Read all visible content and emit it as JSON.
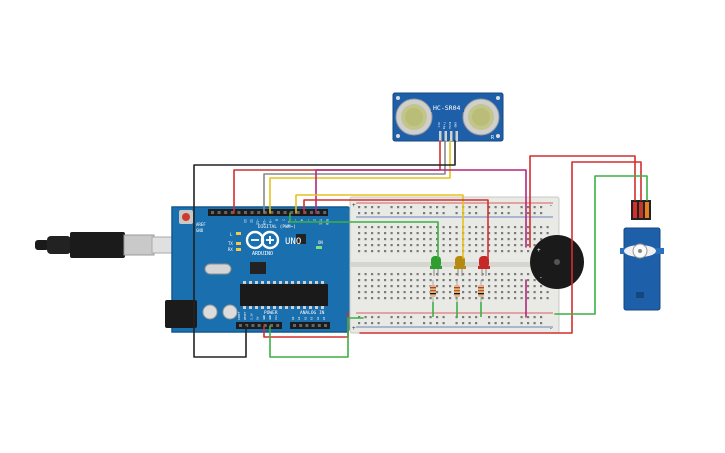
{
  "sensor": {
    "model": "HC-SR04",
    "pins": [
      "VCC",
      "Trig",
      "Echo",
      "GND"
    ],
    "corner_label": "R"
  },
  "arduino": {
    "brand": "ARDUINO",
    "model": "UNO",
    "digital_label": "DIGITAL (PWM~)",
    "power_label": "POWER",
    "analog_label": "ANALOG IN",
    "led_labels": [
      "L",
      "TX",
      "RX"
    ],
    "on_label": "ON",
    "aref_label": "AREF",
    "gnd_label": "GND",
    "digital_pins": [
      "13",
      "12",
      "~11",
      "~10",
      "~9",
      "8",
      "7",
      "~6",
      "~5",
      "4",
      "~3",
      "2",
      "TX1",
      "RX0"
    ],
    "power_pins": [
      "IOREF",
      "RESET",
      "3.3V",
      "5V",
      "GND",
      "GND",
      "Vin"
    ],
    "analog_pins": [
      "A0",
      "A1",
      "A2",
      "A3",
      "A4",
      "A5"
    ]
  },
  "breadboard": {
    "rail_plus": "+",
    "rail_minus": "-"
  },
  "leds": [
    {
      "color_name": "green",
      "color": "#2e9e2e"
    },
    {
      "color_name": "yellow",
      "color": "#b58a10"
    },
    {
      "color_name": "red",
      "color": "#c62828"
    }
  ],
  "buzzer": {
    "plus_label": "+",
    "minus_label": "-"
  },
  "colors": {
    "board": "#1a6fae",
    "sensor": "#1d5fa8",
    "breadboard": "#e9e9e6",
    "wire_red": "#d32f2f",
    "wire_green": "#3cb043",
    "wire_yellow": "#e6c21e",
    "wire_magenta": "#b4277e",
    "wire_black": "#222222",
    "wire_gray": "#888888",
    "servo": "#1d5fa8"
  }
}
